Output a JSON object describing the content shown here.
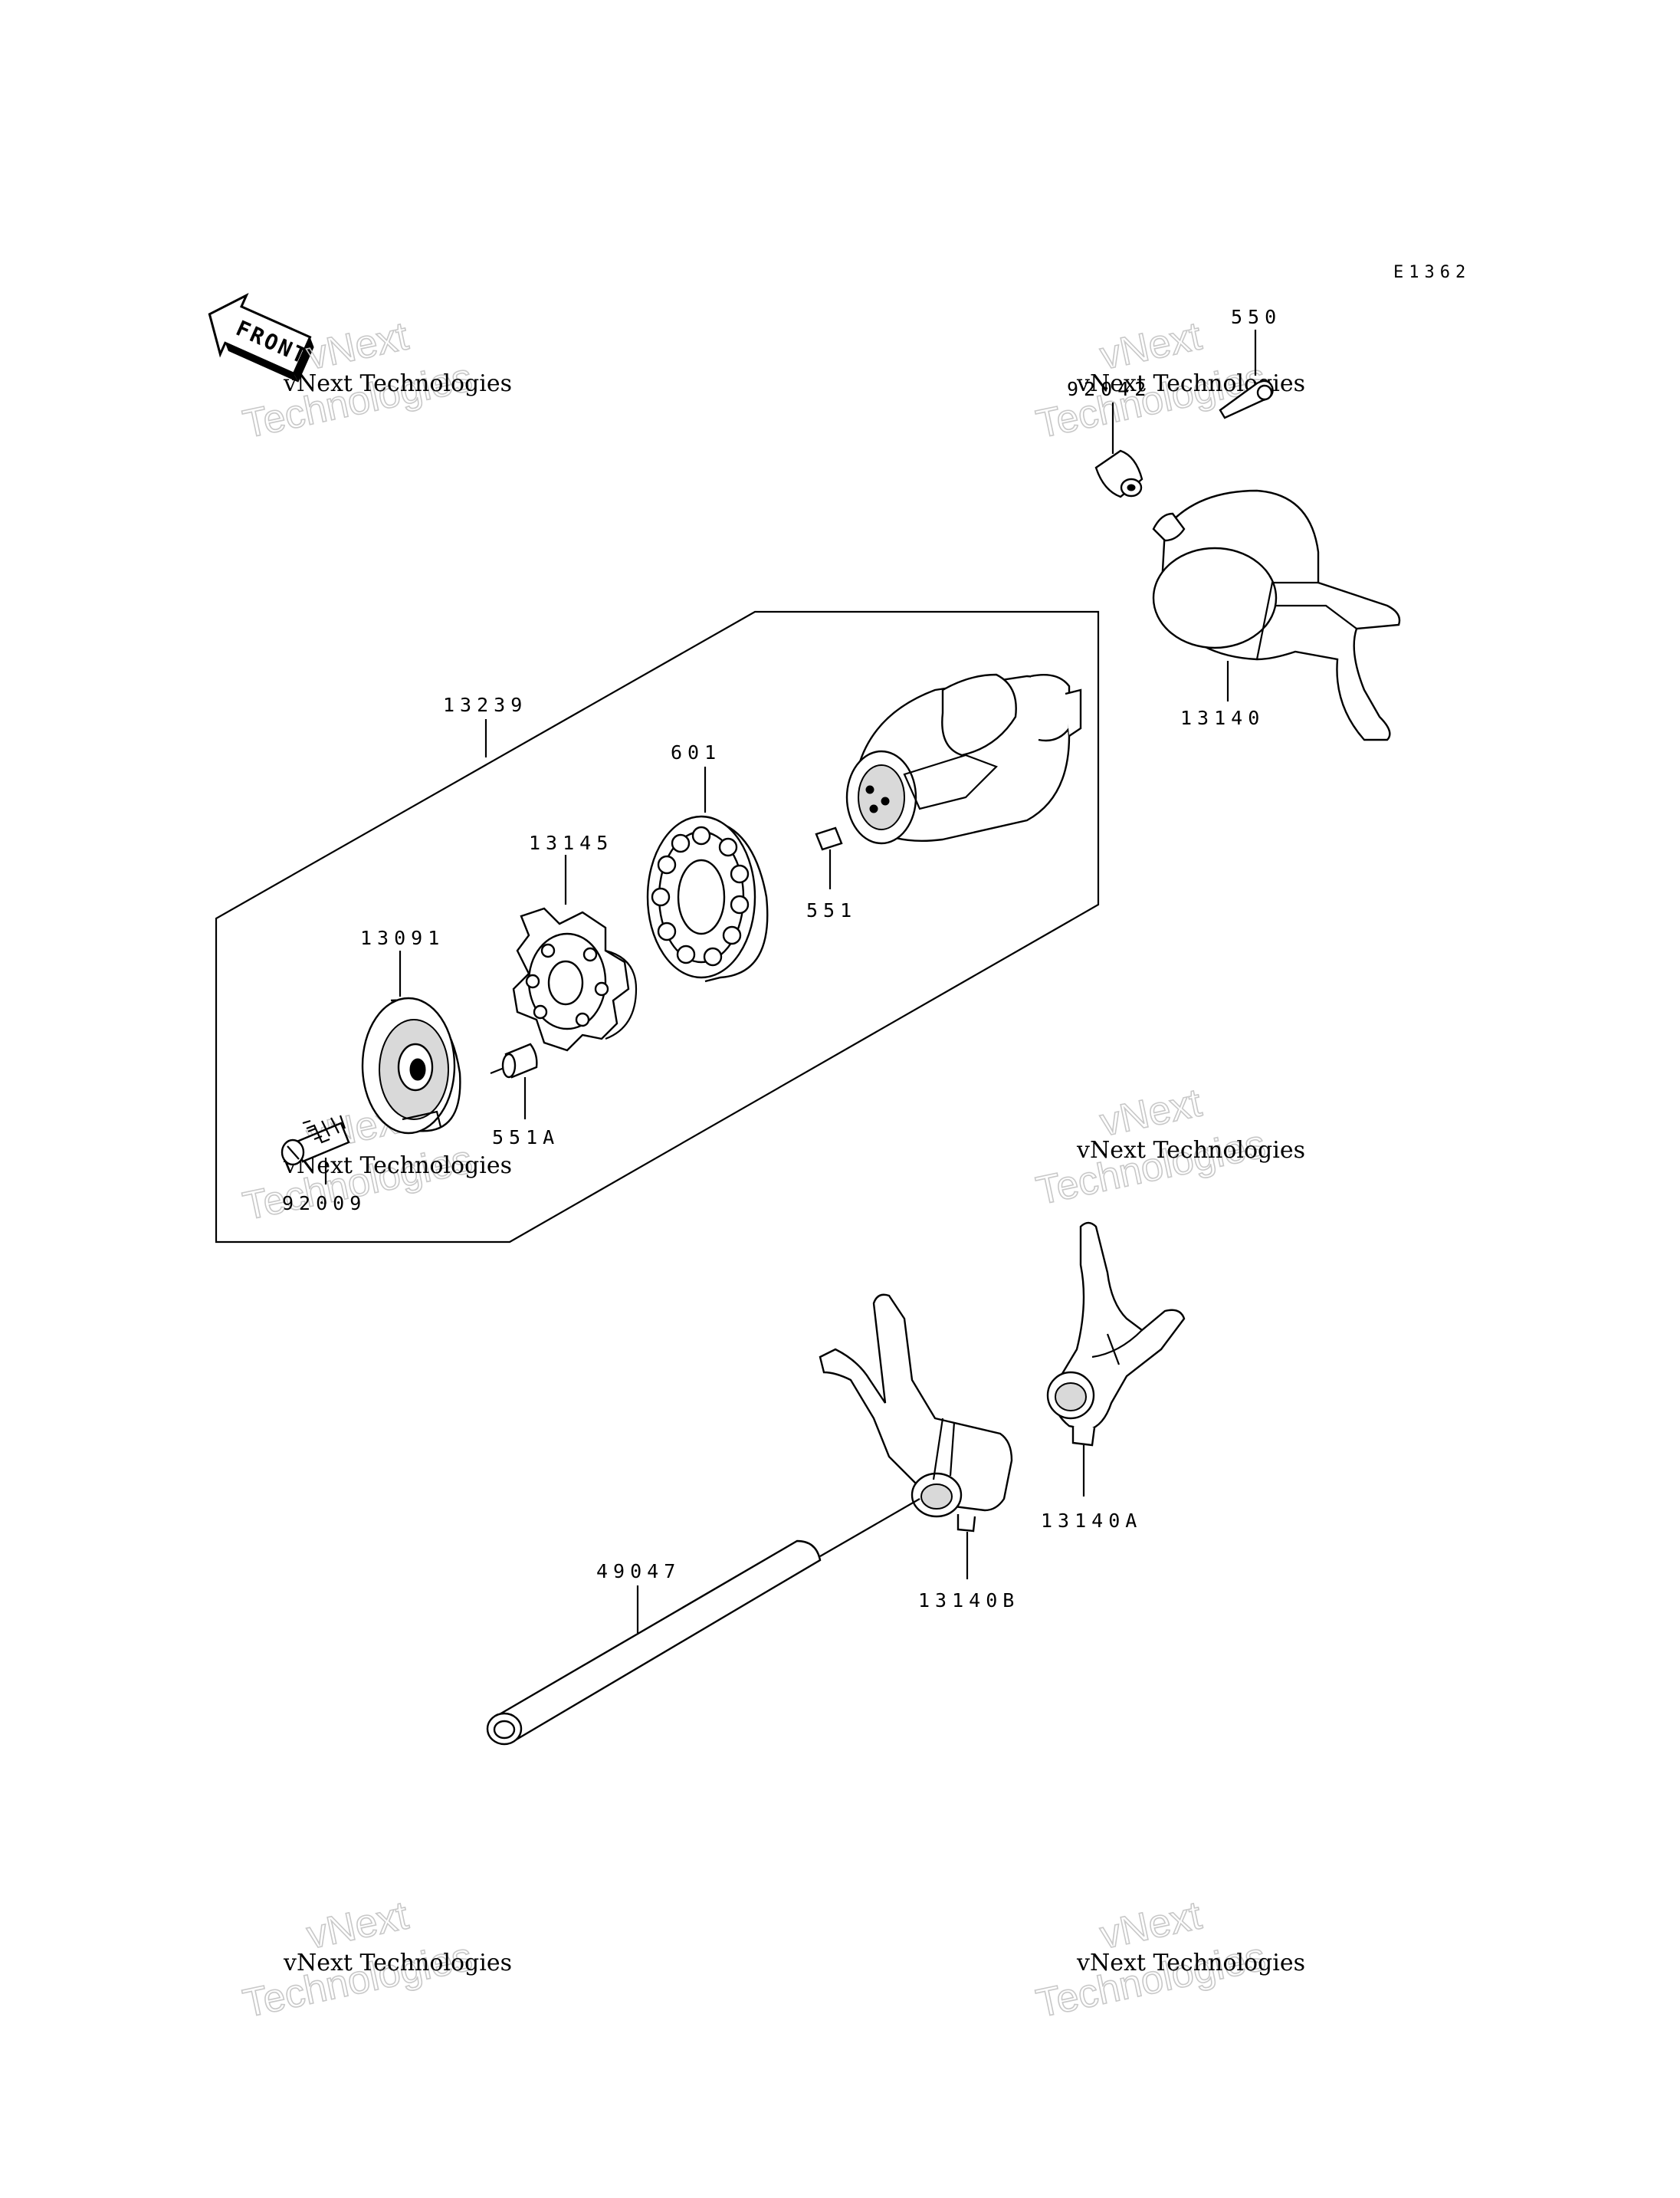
{
  "diagram_code": "E1362",
  "front_label": "FRONT",
  "watermark": {
    "line1": "vNext Technologies",
    "line2": "vNext",
    "line3": "Technologies"
  },
  "parts": {
    "p550": "550",
    "p92042": "92042",
    "p13140": "13140",
    "p13239": "13239",
    "p601": "601",
    "p13145": "13145",
    "p551": "551",
    "p13091": "13091",
    "p551A": "551A",
    "p92009": "92009",
    "p49047": "49047",
    "p13140B": "13140B",
    "p13140A": "13140A"
  }
}
